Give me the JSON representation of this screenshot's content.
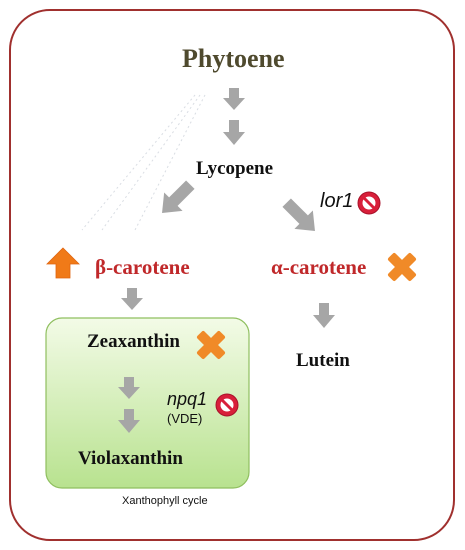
{
  "diagram": {
    "nodes": {
      "phytoene": "Phytoene",
      "lycopene": "Lycopene",
      "beta_carotene": "β-carotene",
      "alpha_carotene": "α-carotene",
      "zeaxanthin": "Zeaxanthin",
      "lutein": "Lutein",
      "violaxanthin": "Violaxanthin"
    },
    "mutants": {
      "lor1": "lor1",
      "npq1": "npq1",
      "npq1_enzyme": "(VDE)"
    },
    "box_label": "Xanthophyll cycle",
    "colors": {
      "frame": "#a0302e",
      "phytoene_text": "#4f4a2e",
      "carotene_text": "#c0282a",
      "arrow_gray": "#a6a6a6",
      "box_fill_top": "#f3fbe7",
      "box_fill_bottom": "#b8e28f",
      "box_border": "#8fbf5f",
      "cross": "#f08a28",
      "up_arrow": "#f07a18",
      "no_sign": "#d81f3a"
    },
    "icons": [
      "down-arrow-icon",
      "diagonal-arrow-icon",
      "up-arrow-icon",
      "cross-icon",
      "no-sign-icon"
    ]
  }
}
